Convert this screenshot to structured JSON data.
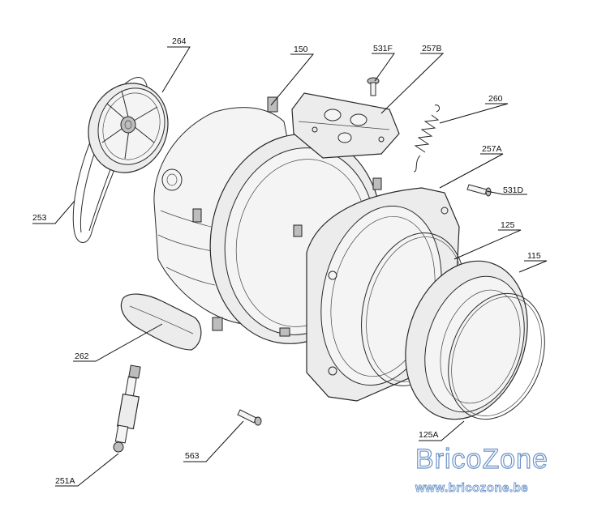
{
  "diagram": {
    "labels": {
      "p264": "264",
      "p150": "150",
      "p531F": "531F",
      "p257B": "257B",
      "p260": "260",
      "p257A": "257A",
      "p531D": "531D",
      "p253": "253",
      "p125": "125",
      "p115": "115",
      "p262": "262",
      "p125A": "125A",
      "p563": "563",
      "p251A": "251A"
    }
  },
  "watermark": {
    "brand": "BricoZone",
    "website": "www.bricozone.be",
    "color": "#6b93c9"
  }
}
